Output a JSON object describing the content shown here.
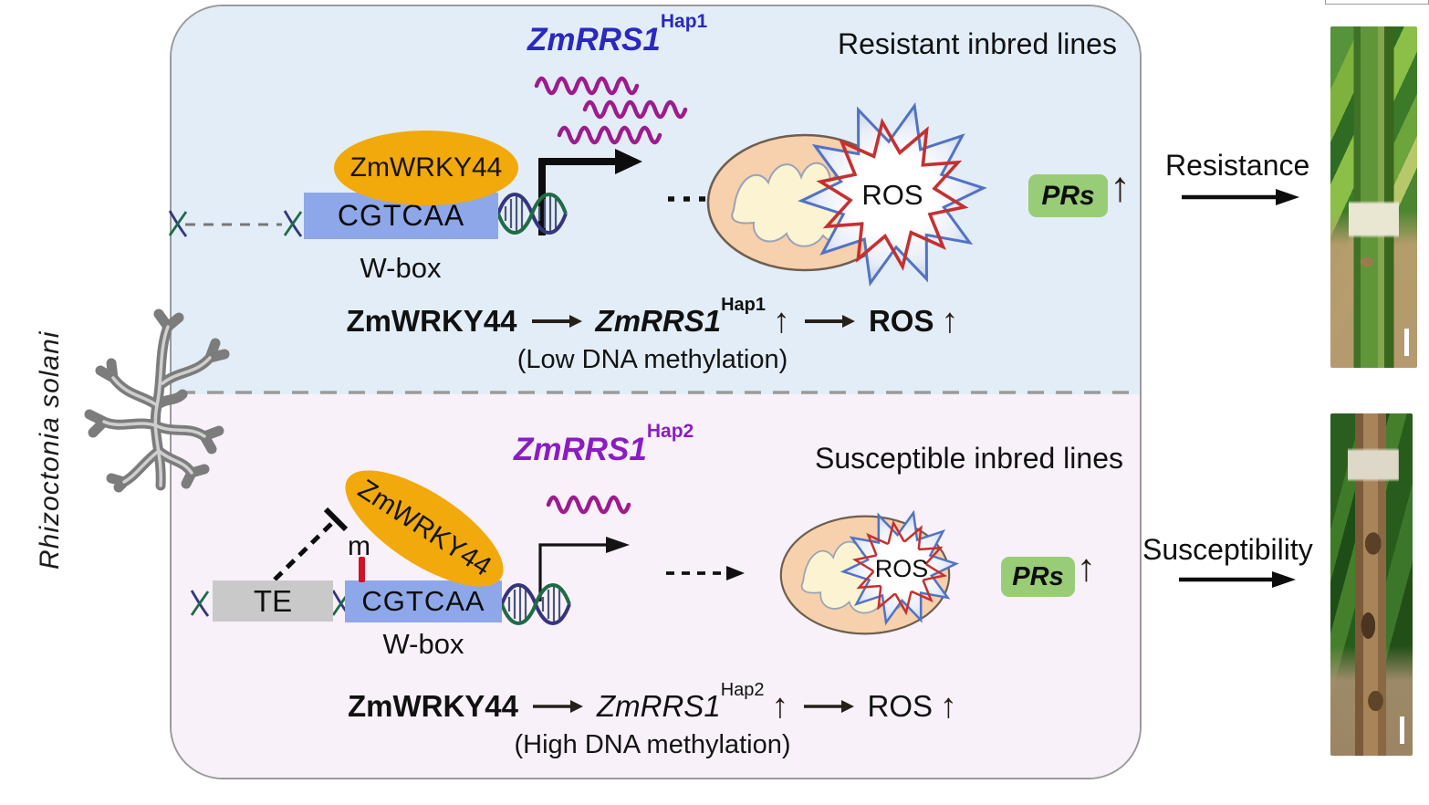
{
  "pathogen": {
    "name": "Rhizoctonia solani"
  },
  "glyphs": {
    "up_arrow": "↑"
  },
  "colors": {
    "panel_top_bg": "#e3edf7",
    "panel_bottom_bg": "#f8f1f9",
    "tf_ellipse": "#f1a90b",
    "motif_box": "#8ea7e8",
    "te_box": "#c9c9c9",
    "pr_box": "#99cc77",
    "methyl_mark": "#d11326",
    "hap1_text": "#2a28c0",
    "hap2_text": "#8a1cc2",
    "mrna_wave": "#9c1b8e"
  },
  "panels": {
    "top": {
      "gene_label": "ZmRRS1",
      "hap": "Hap1",
      "lines_label": "Resistant inbred lines",
      "tf": "ZmWRKY44",
      "motif": "CGTCAA",
      "motif_name": "W-box",
      "organelle_signal": "ROS",
      "pr_label": "PRs",
      "equation": {
        "tf": "ZmWRKY44",
        "gene": "ZmRRS1",
        "hap": "Hap1",
        "signal": "ROS",
        "note": "(Low DNA methylation)"
      },
      "outcome": "Resistance"
    },
    "bottom": {
      "gene_label": "ZmRRS1",
      "hap": "Hap2",
      "lines_label": "Susceptible inbred lines",
      "tf": "ZmWRKY44",
      "te_label": "TE",
      "methyl_label": "m",
      "motif": "CGTCAA",
      "motif_name": "W-box",
      "organelle_signal": "ROS",
      "pr_label": "PRs",
      "equation": {
        "tf": "ZmWRKY44",
        "gene": "ZmRRS1",
        "hap": "Hap2",
        "signal": "ROS",
        "note": "(High DNA methylation)"
      },
      "outcome": "Susceptibility"
    }
  }
}
